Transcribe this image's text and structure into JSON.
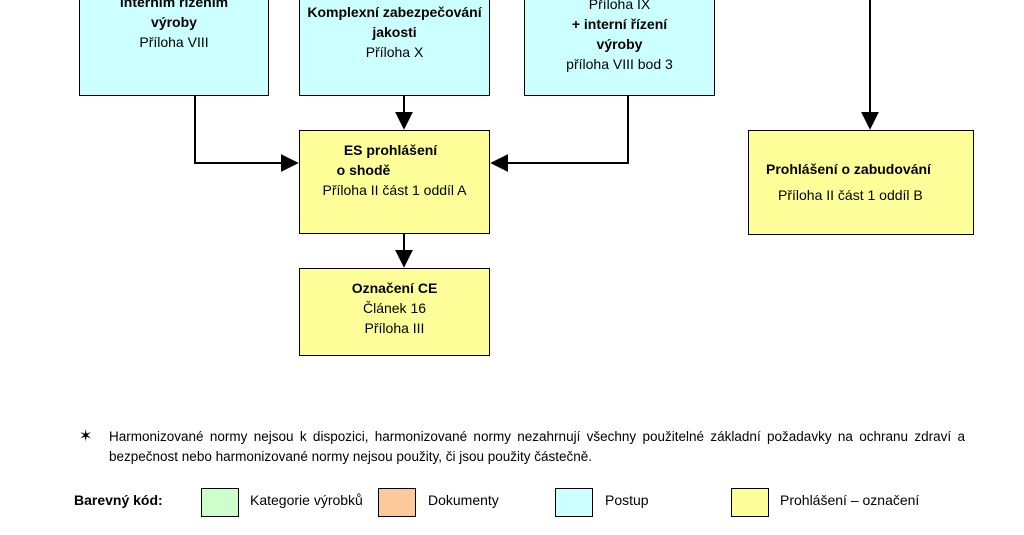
{
  "boxes": {
    "internal_control": {
      "line1": "interním řízením",
      "line2": "výroby",
      "line3": "Příloha VIII"
    },
    "quality_assurance": {
      "line1": "Komplexní zabezpečování",
      "line2": "jakosti",
      "line3": "Příloha X"
    },
    "unit_verification": {
      "line1": "Příloha IX",
      "line2": "+ interní řízení",
      "line3": "výroby",
      "line4": "příloha VIII bod 3"
    },
    "es_declaration": {
      "line1": "ES prohlášení",
      "line2": "o shodě",
      "line3": "Příloha II část 1 oddíl A"
    },
    "ce_marking": {
      "line1": "Označení CE",
      "line2": "Článek 16",
      "line3": "Příloha III"
    },
    "incorporation": {
      "line1": "Prohlášení o zabudování",
      "line2": "Příloha II část 1 oddíl B"
    }
  },
  "footnote": {
    "symbol": "✶",
    "text": "Harmonizované normy nejsou k dispozici, harmonizované normy nezahrnují všechny použitelné základní požadavky na ochranu zdraví a bezpečnost nebo harmonizované normy nejsou použity, či jsou použity částečně."
  },
  "legend": {
    "label": "Barevný kód:",
    "items": [
      {
        "text": "Kategorie výrobků",
        "color": "#ccffcc"
      },
      {
        "text": "Dokumenty",
        "color": "#fbc99a"
      },
      {
        "text": "Postup",
        "color": "#ccffff"
      },
      {
        "text": "Prohlášení – označení",
        "color": "#ffff99"
      }
    ]
  },
  "colors": {
    "procedure": "#ccffff",
    "declaration": "#ffff99",
    "line": "#000000"
  }
}
